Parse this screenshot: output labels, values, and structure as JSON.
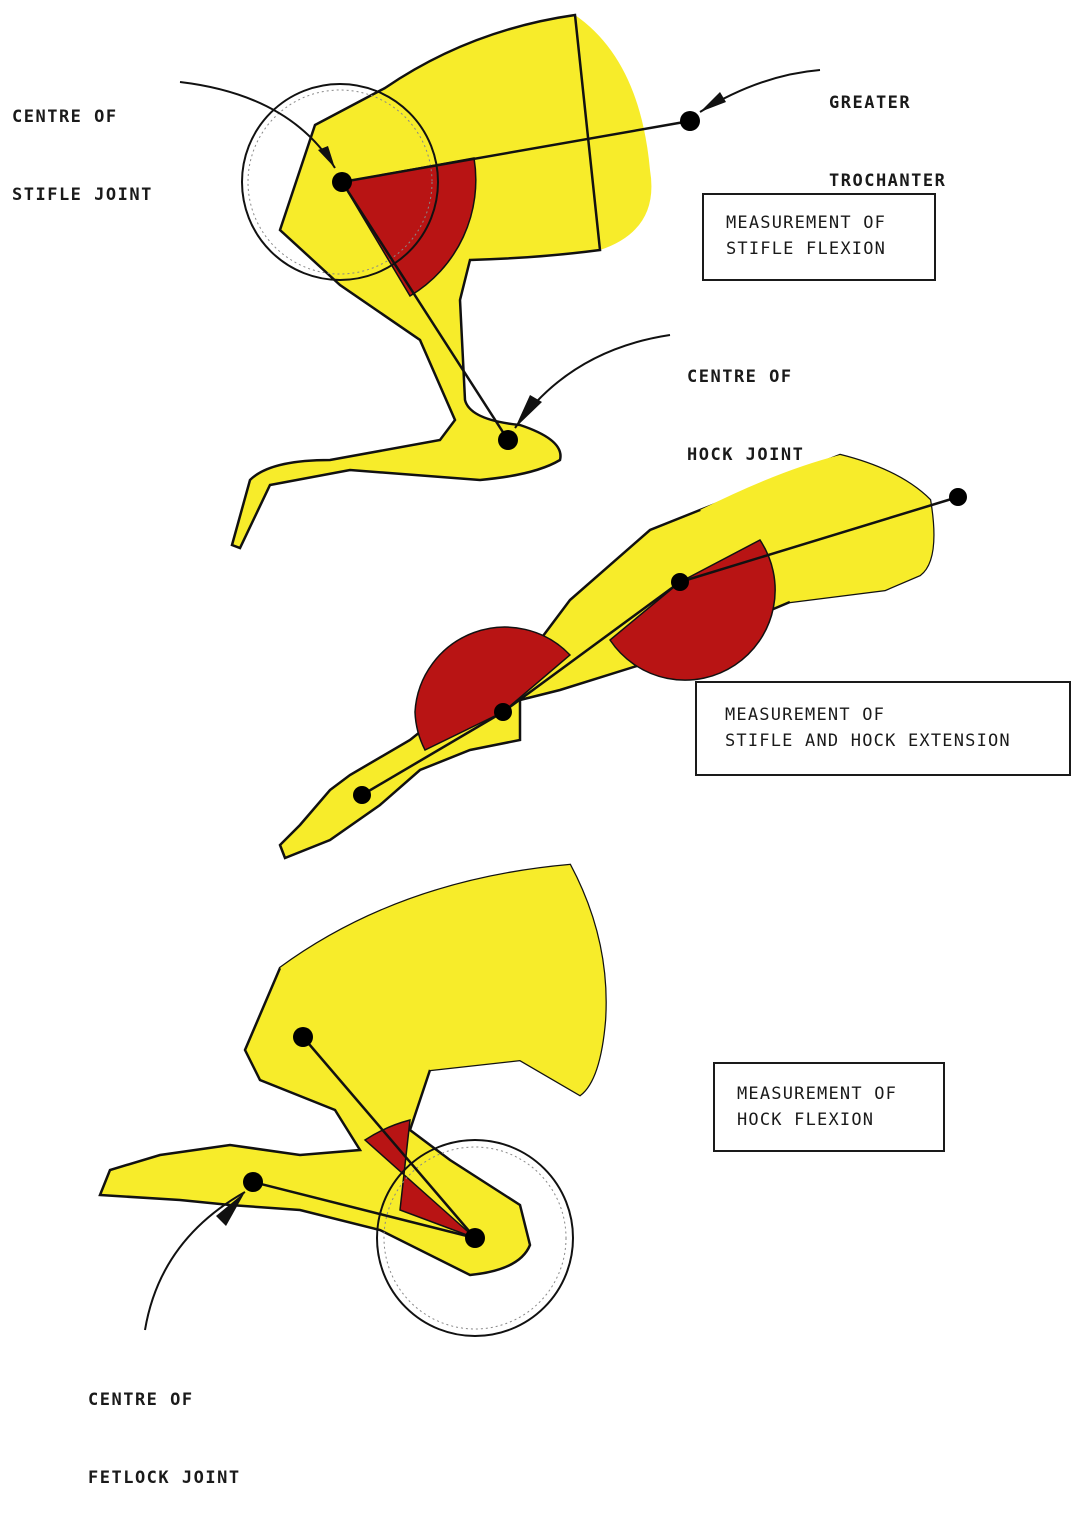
{
  "labels": {
    "centre_stifle": [
      "CENTRE OF",
      "STIFLE JOINT"
    ],
    "greater_trochanter": [
      "GREATER",
      "TROCHANTER"
    ],
    "centre_hock": [
      "CENTRE OF",
      "HOCK JOINT"
    ],
    "centre_fetlock": [
      "CENTRE OF",
      "FETLOCK JOINT"
    ]
  },
  "boxes": {
    "stifle_flexion": [
      "MEASUREMENT OF",
      "STIFLE FLEXION"
    ],
    "stifle_hock_extension": [
      "MEASUREMENT OF",
      "STIFLE AND HOCK EXTENSION"
    ],
    "hock_flexion": [
      "MEASUREMENT OF",
      "HOCK FLEXION"
    ]
  },
  "colors": {
    "limb_fill": "#f7ec2a",
    "angle_fill": "#b81414",
    "outline": "#111111"
  }
}
